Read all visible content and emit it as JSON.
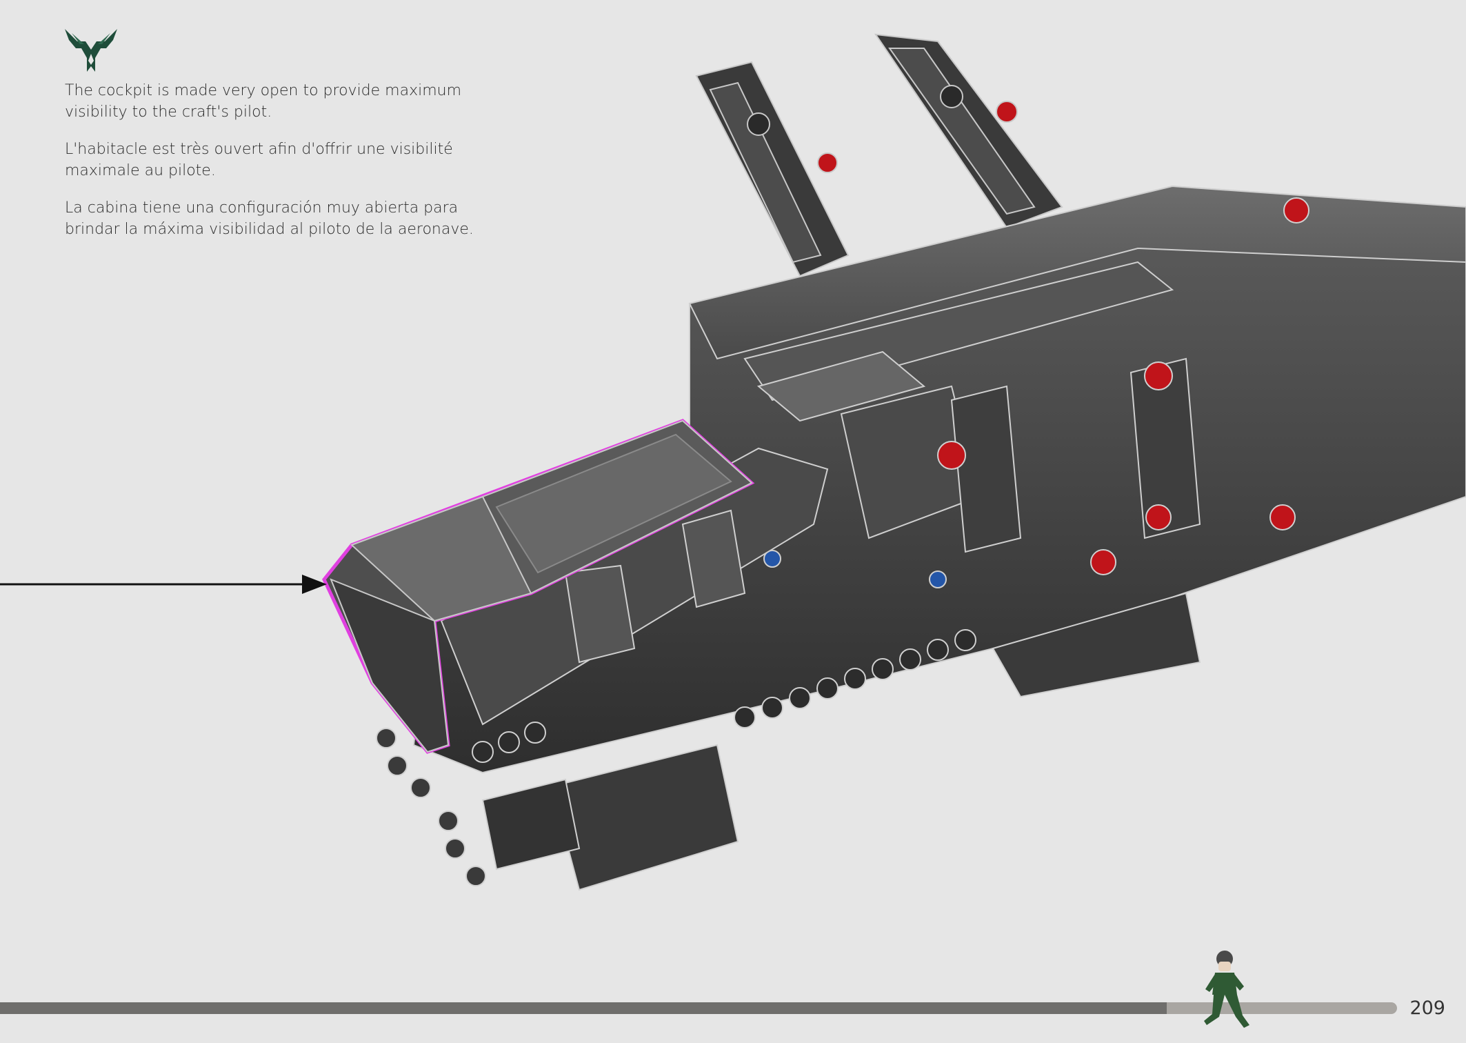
{
  "text": {
    "english": "The cockpit is made very open to provide maximum visibility to the craft's pilot.",
    "french": "L'habitacle est très ouvert afin d'offrir une visibilité maximale au pilote.",
    "spanish": "La cabina tiene una configuración muy abierta para brindar la máxima visibilidad al piloto de la aeronave."
  },
  "page_number": "209",
  "progress": 0.835,
  "icons": {
    "logo": "atreides-hawk-logo",
    "walker": "walking-minifigure-icon",
    "arrow": "arrow-right-icon"
  },
  "colors": {
    "background": "#e6e6e6",
    "logo": "#1f4d3a",
    "highlight": "#e040e0",
    "progress_track": "#a9a6a2",
    "progress_fill": "#6f6e6c",
    "figure": "#2f5a34"
  }
}
